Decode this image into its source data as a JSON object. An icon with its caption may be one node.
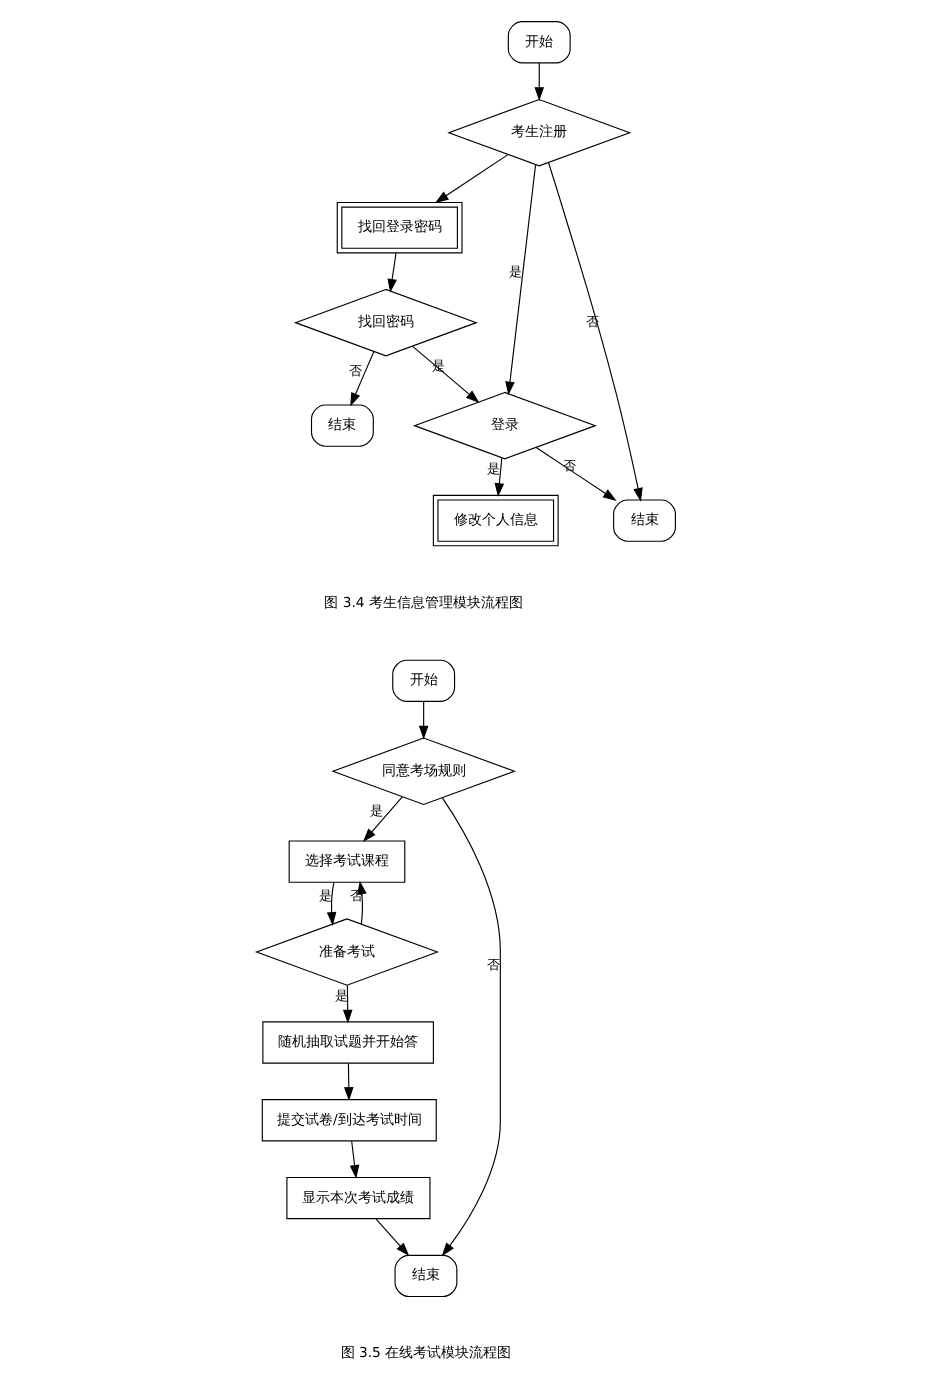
{
  "diagram": {
    "nodes": [
      {
        "text": [
          "开始"
        ]
      },
      {
        "text": [
          "考生注册"
        ]
      },
      {
        "text": [
          "找回登录密码"
        ]
      },
      {
        "text": [
          "登录"
        ]
      },
      {
        "text": [
          "结束"
        ]
      },
      {
        "text": [
          "找回密码"
        ]
      },
      {
        "text": [
          "修改个人信息"
        ]
      },
      {
        "text": [
          "结束"
        ]
      },
      {
        "text": [
          "开始"
        ]
      },
      {
        "text": [
          "同意考场规则"
        ]
      },
      {
        "text": [
          "选择考试课程"
        ]
      },
      {
        "text": [
          "准备考试"
        ]
      },
      {
        "text": [
          "随机抽取试题并开始答"
        ]
      },
      {
        "text": [
          "提交试卷/到达考试时间"
        ]
      },
      {
        "text": [
          "显示本次考试成绩"
        ]
      },
      {
        "text": [
          "结束"
        ]
      }
    ],
    "edges": [
      {
        "from": 0,
        "to": 1,
        "arrow": "to"
      },
      {
        "from": 1,
        "to": 4,
        "arrow": "to",
        "label": "否"
      },
      {
        "from": 1,
        "to": 2,
        "arrow": "to"
      },
      {
        "from": 1,
        "to": 3,
        "arrow": "to",
        "label": "是"
      },
      {
        "from": 2,
        "to": 5,
        "arrow": "to"
      },
      {
        "from": 5,
        "to": 3,
        "arrow": "to",
        "label": "是"
      },
      {
        "from": 5,
        "to": 7,
        "arrow": "to",
        "label": "否"
      },
      {
        "from": 3,
        "to": 4,
        "arrow": "to",
        "label": "否"
      },
      {
        "from": 3,
        "to": 6,
        "arrow": "to",
        "label": "是"
      },
      {
        "from": 8,
        "to": 9,
        "arrow": "to"
      },
      {
        "from": 9,
        "to": 10,
        "arrow": "to",
        "label": "是"
      },
      {
        "from": 9,
        "to": 15,
        "arrow": "to",
        "label": "否"
      },
      {
        "from": 10,
        "to": 11,
        "arrow": "to",
        "label": "是"
      },
      {
        "from": 11,
        "to": 10,
        "arrow": "to",
        "label": "否"
      },
      {
        "from": 11,
        "to": 12,
        "arrow": "to",
        "label": "是"
      },
      {
        "from": 12,
        "to": 13,
        "arrow": "to"
      },
      {
        "from": 13,
        "to": 14,
        "arrow": "to"
      },
      {
        "from": 14,
        "to": 15,
        "arrow": "to"
      }
    ],
    "labels": [
      "图 3.4 考生信息管理模块流程图",
      "图 3.5 在线考试模块流程图"
    ]
  }
}
